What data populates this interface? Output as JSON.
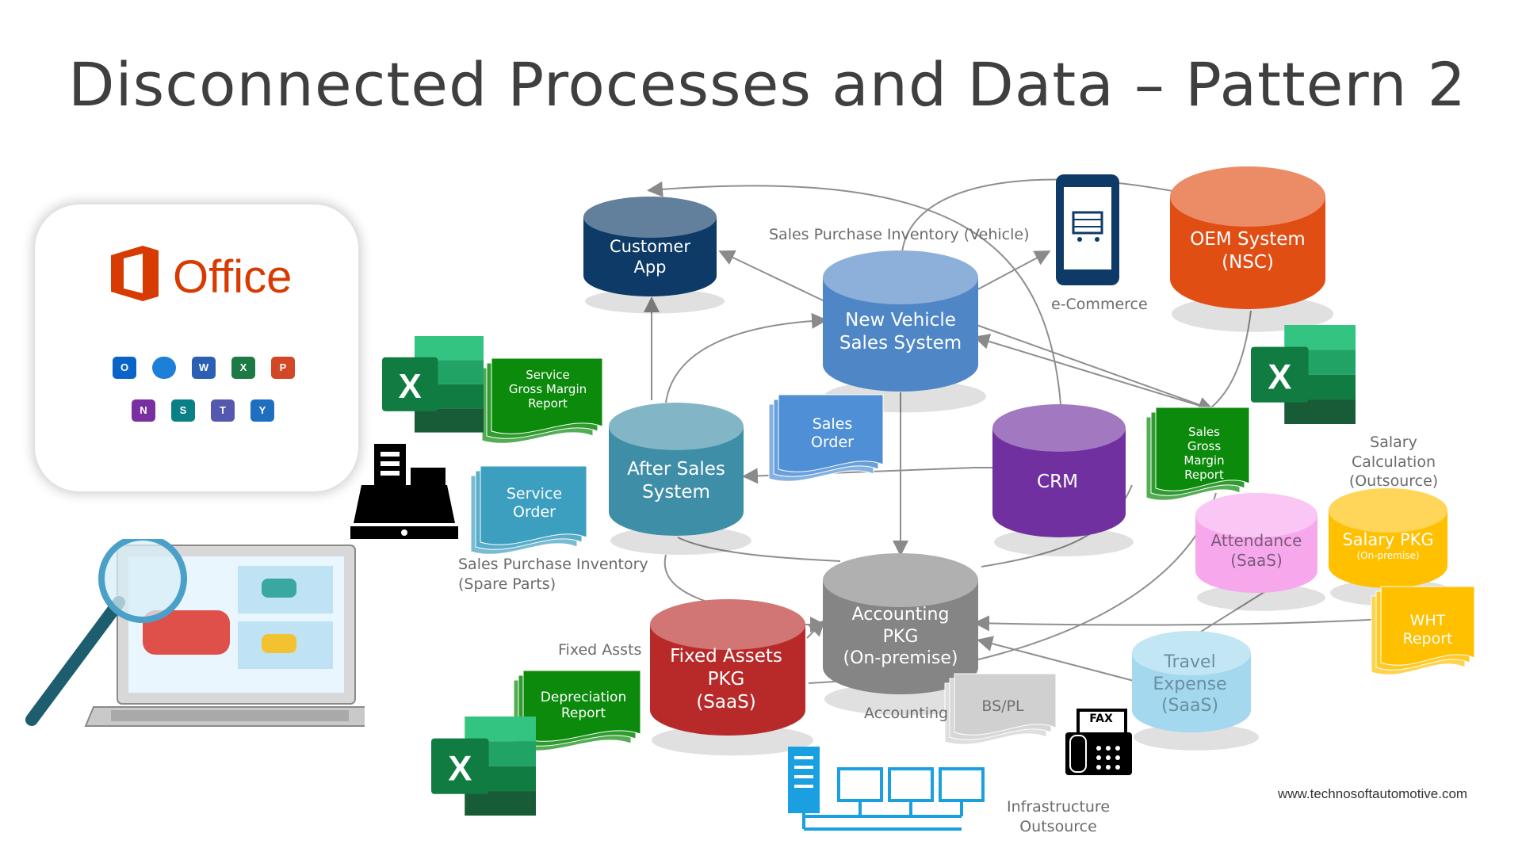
{
  "title": "Disconnected Processes and Data – Pattern 2",
  "office": {
    "brand": "Office",
    "apps": [
      {
        "name": "outlook-icon",
        "letter": "O",
        "color": "#0a64c8"
      },
      {
        "name": "onedrive-icon",
        "letter": "",
        "color": "#1e7fd8"
      },
      {
        "name": "word-icon",
        "letter": "W",
        "color": "#2b5fb4"
      },
      {
        "name": "excel-icon",
        "letter": "X",
        "color": "#1d7a45"
      },
      {
        "name": "powerpoint-icon",
        "letter": "P",
        "color": "#d24726"
      },
      {
        "name": "onenote-icon",
        "letter": "N",
        "color": "#7a2fa0"
      },
      {
        "name": "sharepoint-icon",
        "letter": "S",
        "color": "#0a7f86"
      },
      {
        "name": "teams-icon",
        "letter": "T",
        "color": "#5558af"
      },
      {
        "name": "yammer-icon",
        "letter": "Y",
        "color": "#1f6fc0"
      }
    ]
  },
  "systems": {
    "customer_app": {
      "line1": "Customer",
      "line2": "App",
      "color": "#0d3a66"
    },
    "new_vehicle": {
      "line1": "New Vehicle",
      "line2": "Sales System",
      "color": "#4f86c6"
    },
    "oem": {
      "line1": "OEM System",
      "line2": "(NSC)",
      "color": "#e04e14"
    },
    "after_sales": {
      "line1": "After Sales",
      "line2": "System",
      "color": "#3f8ea8"
    },
    "crm": {
      "line1": "CRM",
      "color": "#7030a0"
    },
    "accounting": {
      "line1": "Accounting",
      "line2": "PKG",
      "line3": "(On-premise)",
      "color": "#858585"
    },
    "fixed_assets": {
      "line1": "Fixed Assets",
      "line2": "PKG",
      "line3": "(SaaS)",
      "color": "#b82a2a"
    },
    "attendance": {
      "line1": "Attendance",
      "line2": "(SaaS)",
      "color": "#f7a8ec"
    },
    "salary_pkg": {
      "line1": "Salary PKG",
      "line2": "(On-premise)",
      "color": "#ffc000"
    },
    "travel": {
      "line1": "Travel",
      "line2": "Expense",
      "line3": "(SaaS)",
      "color": "#a3d8ee"
    }
  },
  "documents": {
    "service_gm": {
      "line1": "Service",
      "line2": "Gross Margin",
      "line3": "Report",
      "color": "#0b8a0b"
    },
    "sales_order": {
      "line1": "Sales",
      "line2": "Order",
      "color": "#4f8fd6"
    },
    "service_order": {
      "line1": "Service",
      "line2": "Order",
      "color": "#3c9fc0"
    },
    "sales_gm": {
      "line1": "Sales",
      "line2": "Gross",
      "line3": "Margin",
      "line4": "Report",
      "color": "#0b8a0b"
    },
    "depreciation": {
      "line1": "Depreciation",
      "line2": "Report",
      "color": "#0b8a0b"
    },
    "wht": {
      "line1": "WHT",
      "line2": "Report",
      "color": "#ffc000"
    },
    "bspl": {
      "line1": "BS/PL",
      "color": "#d0d0d0"
    }
  },
  "labels": {
    "spi_vehicle": "Sales Purchase Inventory (Vehicle)",
    "ecommerce": "e-Commerce",
    "salary_calc_1": "Salary",
    "salary_calc_2": "Calculation",
    "salary_calc_3": "(Outsource)",
    "spi_parts_1": "Sales Purchase Inventory",
    "spi_parts_2": "(Spare Parts)",
    "fixed_assts": "Fixed Assts",
    "accounting": "Accounting",
    "infra_1": "Infrastructure",
    "infra_2": "Outsource",
    "fax": "FAX",
    "excel_letter": "X",
    "url": "www.technosoftautomotive.com"
  }
}
